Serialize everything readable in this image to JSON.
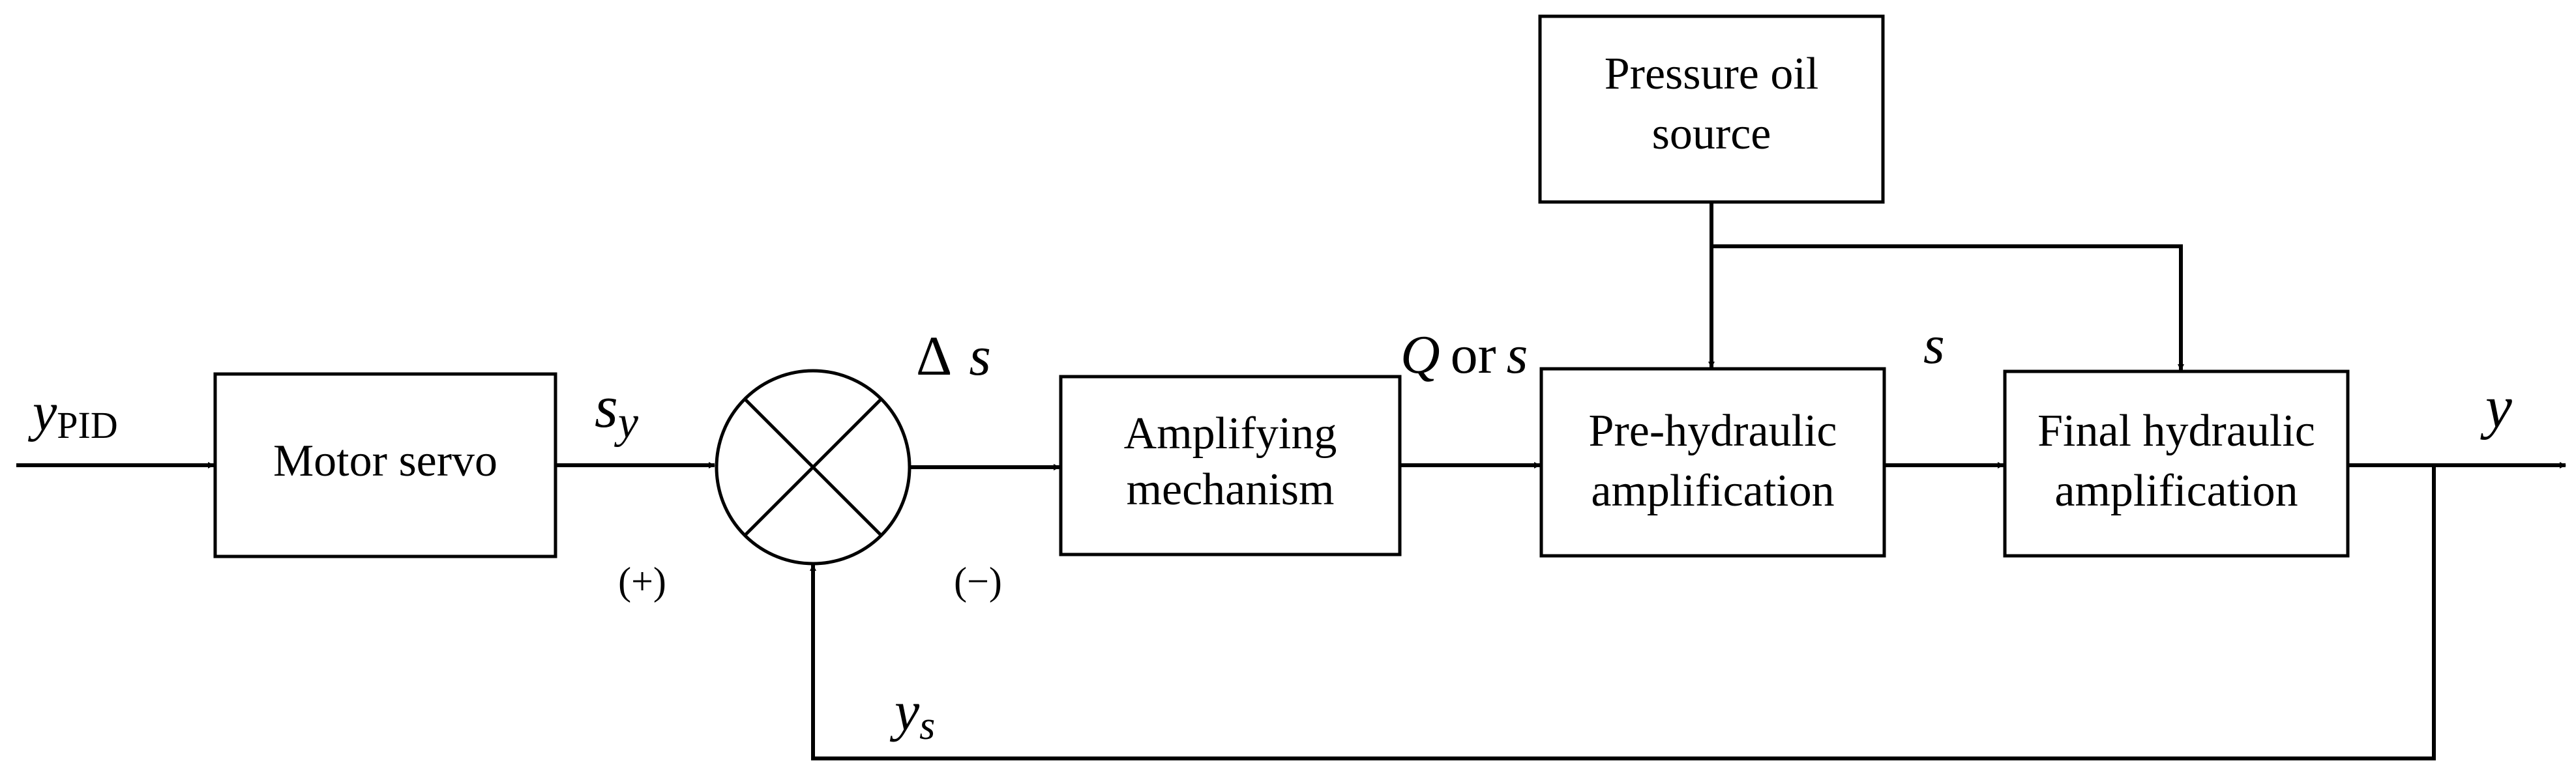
{
  "blocks": {
    "pressure_oil_source": [
      "Pressure oil",
      "source"
    ],
    "motor_servo": [
      "Motor servo"
    ],
    "amplifying_mechanism": [
      "Amplifying",
      "mechanism"
    ],
    "pre_hydraulic": [
      "Pre-hydraulic",
      "amplification"
    ],
    "final_hydraulic": [
      "Final hydraulic",
      "amplification"
    ]
  },
  "signals": {
    "input_main": "y",
    "input_sub": "PID",
    "sy_main": "s",
    "sy_sub": "y",
    "delta_symbol": "Δ",
    "delta_var": "s",
    "q_main": "Q",
    "q_or": "or",
    "q_s": "s",
    "s_label": "s",
    "output": "y",
    "ys_main": "y",
    "ys_sub": "s"
  },
  "signs": {
    "plus": "(+)",
    "minus": "(−)"
  }
}
